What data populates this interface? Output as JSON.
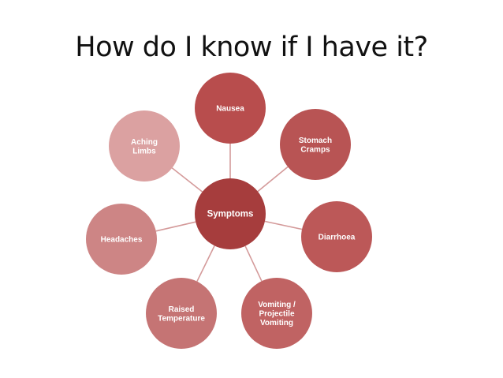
{
  "slide": {
    "title": "How do I know if I have it?"
  },
  "diagram": {
    "center": {
      "id": "symptoms",
      "lines": [
        "Symptoms"
      ],
      "color": "#a63d3d"
    },
    "nodes": [
      {
        "id": "nausea",
        "lines": [
          "Nausea"
        ],
        "color": "#b84d4d"
      },
      {
        "id": "stomach-cramps",
        "lines": [
          "Stomach",
          "Cramps"
        ],
        "color": "#b85454"
      },
      {
        "id": "diarrhoea",
        "lines": [
          "Diarrhoea"
        ],
        "color": "#bc5858"
      },
      {
        "id": "vomiting",
        "lines": [
          "Vomiting /",
          "Projectile",
          "Vomiting"
        ],
        "color": "#c06363"
      },
      {
        "id": "raised-temperature",
        "lines": [
          "Raised",
          "Temperature"
        ],
        "color": "#c57474"
      },
      {
        "id": "headaches",
        "lines": [
          "Headaches"
        ],
        "color": "#cd8585"
      },
      {
        "id": "aching-limbs",
        "lines": [
          "Aching",
          "Limbs"
        ],
        "color": "#dba1a1"
      }
    ],
    "connector_color": "#d49a9a"
  }
}
